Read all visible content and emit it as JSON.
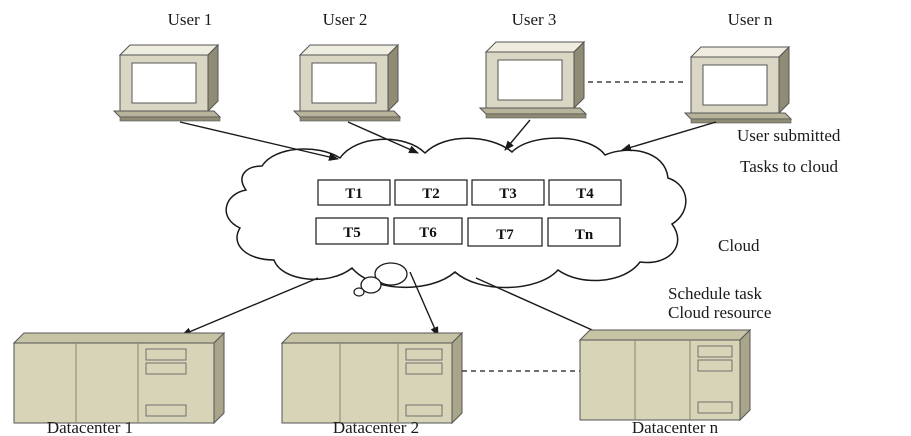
{
  "colors": {
    "computer_body": "#d9d6c3",
    "computer_dark": "#8f8b74",
    "screen": "#ffffff",
    "datacenter_face": "#d7d4b7",
    "datacenter_side": "#a9a58a",
    "datacenter_top": "#c7c4a6",
    "line": "#1a1a1a"
  },
  "users": [
    {
      "label": "User 1",
      "icon": "computer-icon"
    },
    {
      "label": "User 2",
      "icon": "computer-icon"
    },
    {
      "label": "User 3",
      "icon": "computer-icon"
    },
    {
      "label": "User n",
      "icon": "computer-icon"
    }
  ],
  "cloud": {
    "label": "Cloud",
    "tasks": [
      "T1",
      "T2",
      "T3",
      "T4",
      "T5",
      "T6",
      "T7",
      "Tn"
    ]
  },
  "notes": {
    "submitted_line1": "User submitted",
    "submitted_line2": "Tasks to cloud",
    "schedule_line1": "Schedule task",
    "schedule_line2": "Cloud resource"
  },
  "datacenters": [
    {
      "label": "Datacenter 1",
      "icon": "datacenter-icon"
    },
    {
      "label": "Datacenter 2",
      "icon": "datacenter-icon"
    },
    {
      "label": "Datacenter n",
      "icon": "datacenter-icon"
    }
  ]
}
